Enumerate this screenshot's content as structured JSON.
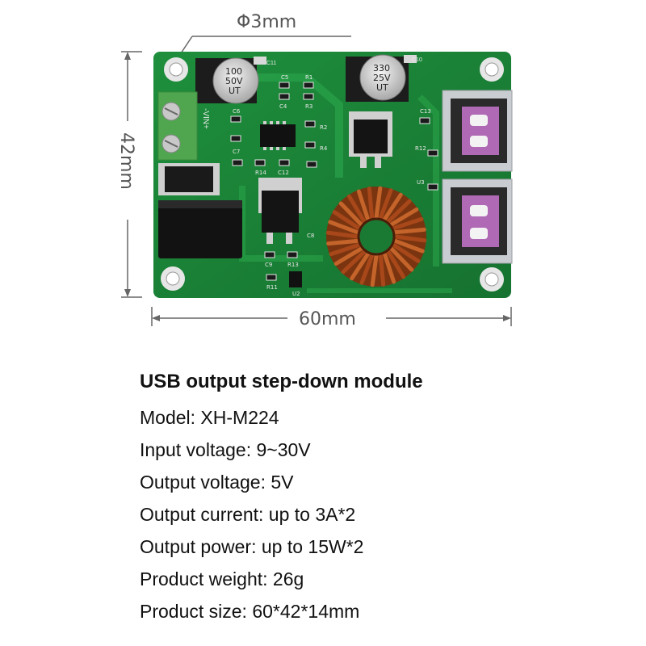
{
  "dimensions": {
    "hole": "Φ3mm",
    "height": "42mm",
    "width": "60mm"
  },
  "board": {
    "silkscreen": {
      "cap1_top": "100",
      "cap1_mid": "50V",
      "cap1_bot": "UT",
      "cap1_ref": "C11",
      "cap2_top": "330",
      "cap2_mid": "25V",
      "cap2_bot": "UT",
      "cap2_ref": "C10",
      "vin": "-VIN+",
      "r1": "R1",
      "r2": "R2",
      "r3": "R3",
      "r4": "R4",
      "r11": "R11",
      "r12": "R12",
      "r13": "R13",
      "r14": "R14",
      "c4": "C4",
      "c5": "C5",
      "c6": "C6",
      "c7": "C7",
      "c8": "C8",
      "c9": "C9",
      "c12": "C12",
      "c13": "C13",
      "u2": "U2",
      "u3": "U3"
    },
    "colors": {
      "pcb": "#1f8a3b",
      "pcb_trace": "#2fa34c",
      "terminal": "#4fa64f",
      "copper": "#b5541f",
      "usb_metal": "#c9ccd0",
      "usb_tongue": "#b06ab5"
    }
  },
  "specs": {
    "title": "USB output step-down module",
    "lines": [
      "Model: XH-M224",
      "Input voltage: 9~30V",
      "Output voltage: 5V",
      "Output current: up to 3A*2",
      "Output power: up to 15W*2",
      "Product weight: 26g",
      "Product size: 60*42*14mm"
    ]
  }
}
